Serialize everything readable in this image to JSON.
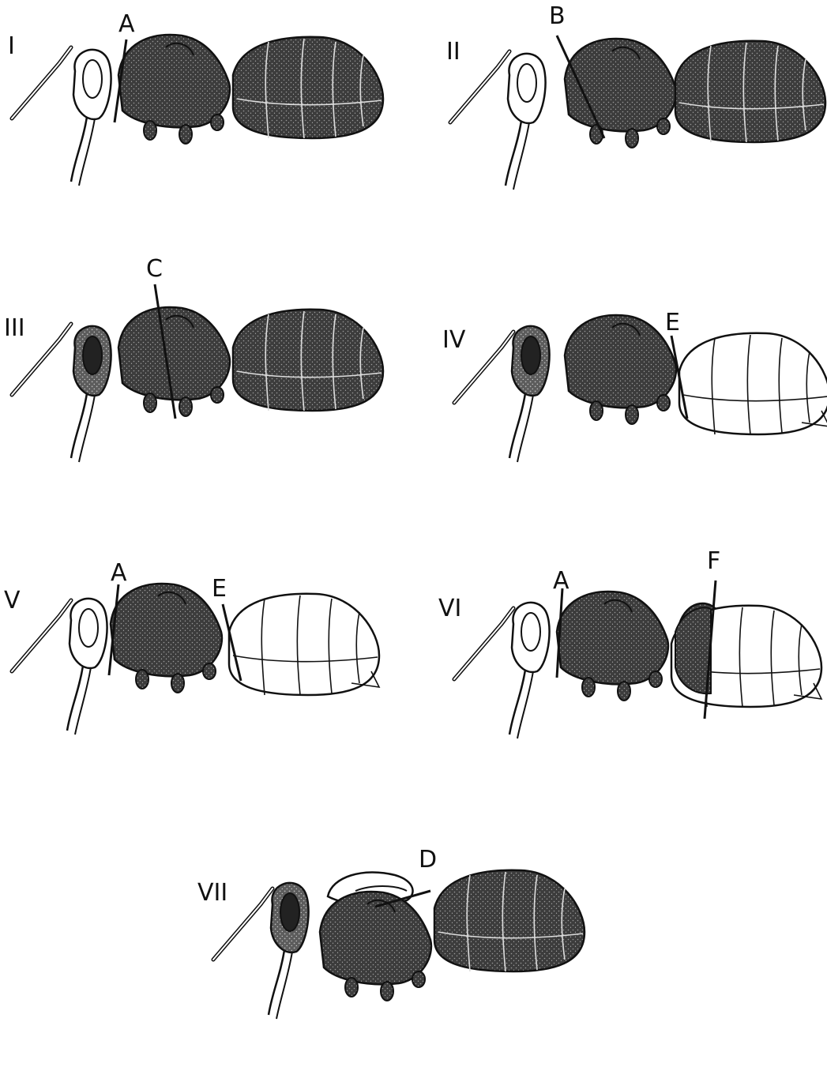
{
  "panels": [
    {
      "id": "I",
      "numeral": "I",
      "cuts": [
        "A"
      ]
    },
    {
      "id": "II",
      "numeral": "II",
      "cuts": [
        "B"
      ]
    },
    {
      "id": "III",
      "numeral": "III",
      "cuts": [
        "C"
      ]
    },
    {
      "id": "IV",
      "numeral": "IV",
      "cuts": [
        "E"
      ]
    },
    {
      "id": "V",
      "numeral": "V",
      "cuts": [
        "A",
        "E"
      ]
    },
    {
      "id": "VI",
      "numeral": "VI",
      "cuts": [
        "A",
        "F"
      ]
    },
    {
      "id": "VII",
      "numeral": "VII",
      "cuts": [
        "D"
      ]
    }
  ]
}
